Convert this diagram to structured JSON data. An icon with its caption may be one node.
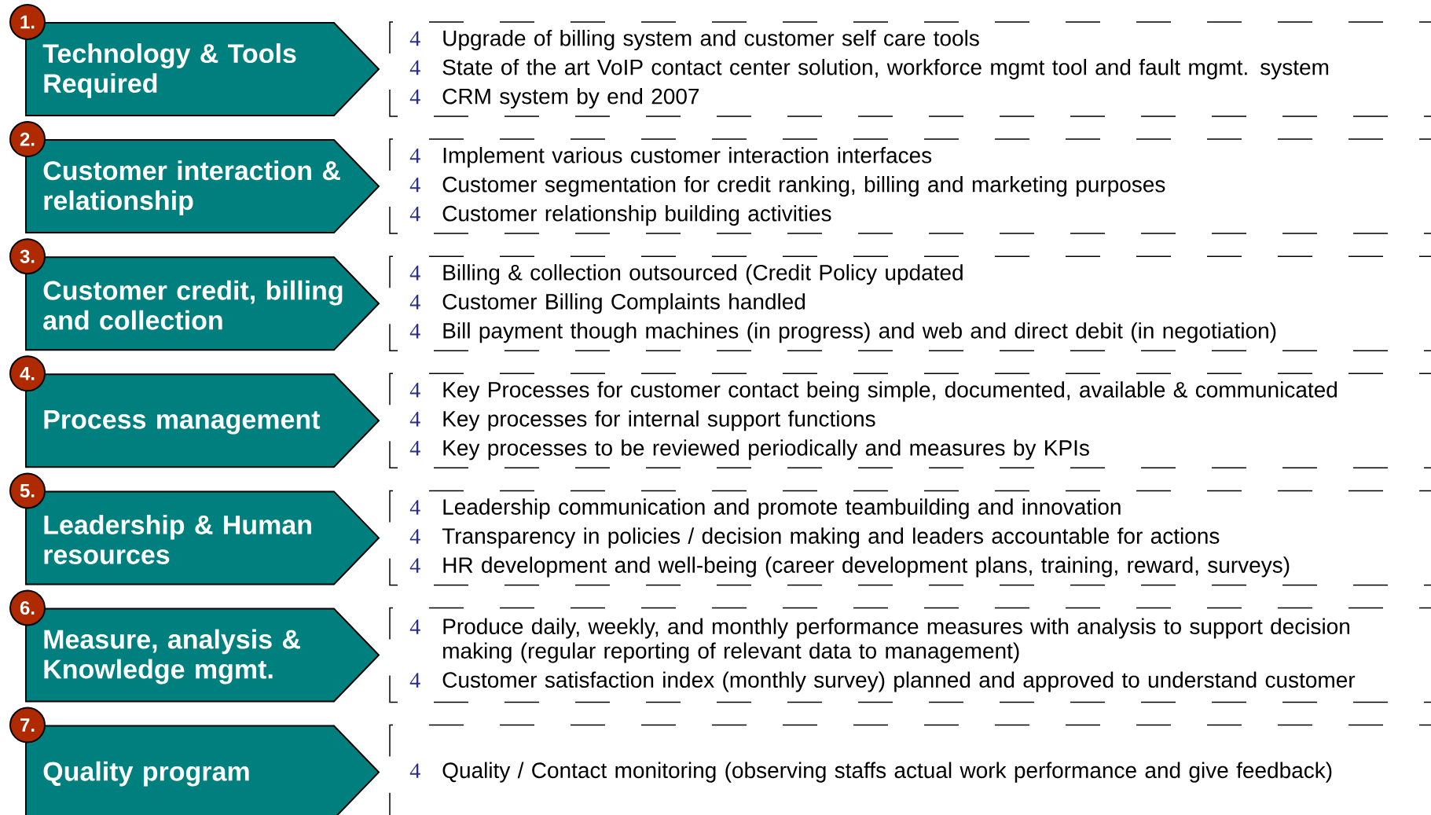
{
  "diagram": {
    "nodes": [
      {
        "text": [
          "Technology & Tools Required"
        ]
      },
      {
        "text": [
          "1."
        ]
      },
      {
        "text": [
          "4",
          "Upgrade of billing system and customer self care tools",
          "4",
          "State of the art VoIP contact center solution, workforce mgmt tool and fault mgmt. system",
          "4",
          "CRM system by end 2007"
        ]
      },
      {
        "text": [
          "Customer interaction & relationship"
        ]
      },
      {
        "text": [
          "2."
        ]
      },
      {
        "text": [
          "4",
          "Implement various customer interaction interfaces",
          "4",
          "Customer segmentation for credit ranking, billing and marketing purposes",
          "4",
          "Customer relationship building activities"
        ]
      },
      {
        "text": [
          "Customer credit, billing and collection"
        ]
      },
      {
        "text": [
          "3."
        ]
      },
      {
        "text": [
          "4",
          "Billing & collection outsourced (Credit Policy updated",
          "4",
          "Customer Billing Complaints handled",
          "4",
          "Bill payment though machines (in progress) and web and direct debit (in negotiation)"
        ]
      },
      {
        "text": [
          "Process management"
        ]
      },
      {
        "text": [
          "4."
        ]
      },
      {
        "text": [
          "4",
          "Key Processes for customer contact being simple, documented, available & communicated",
          "4",
          "Key processes for internal support functions",
          "4",
          "Key processes to be reviewed periodically and measures by KPIs"
        ]
      },
      {
        "text": [
          "Leadership & Human resources"
        ]
      },
      {
        "text": [
          "5."
        ]
      },
      {
        "text": [
          "4",
          "Leadership communication and promote teambuilding and innovation",
          "4",
          "Transparency in policies / decision making and leaders accountable for actions",
          "4",
          "HR development and well-being (career development plans, training, reward, surveys)"
        ]
      },
      {
        "text": [
          "Measure, analysis & Knowledge mgmt."
        ]
      },
      {
        "text": [
          "6."
        ]
      },
      {
        "text": [
          "4",
          "Produce daily, weekly, and monthly performance measures with analysis to support decision making (regular reporting of relevant data to management)",
          "4",
          "Customer satisfaction index (monthly survey) planned and approved to understand customer"
        ]
      },
      {
        "text": [
          "Quality program"
        ]
      },
      {
        "text": [
          "7."
        ]
      },
      {
        "text": [
          "4",
          "Quality / Contact monitoring (observing staffs actual work performance and give feedback)"
        ]
      }
    ]
  }
}
